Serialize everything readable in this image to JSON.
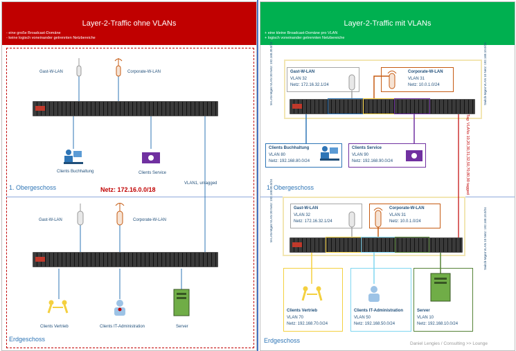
{
  "left": {
    "header_title": "Layer-2-Traffic ohne VLANs",
    "bullets": [
      "- eine große Broadcast-Domäne",
      "- keine logisch voneinander getrennten Netzbereiche"
    ],
    "network_label": "Netz: 172.16.0.0/18",
    "vlan_label": "VLAN1, untagged",
    "floor1": "1. Obergeschoss",
    "floor0": "Erdgeschoss",
    "upper": {
      "ap_guest": "Gast-W-LAN",
      "ap_corp": "Corporate-W-LAN",
      "clients_a": "Clients Buchhaltung",
      "clients_b": "Clients Service"
    },
    "lower": {
      "ap_guest": "Gast-W-LAN",
      "ap_corp": "Corporate-W-LAN",
      "clients_a": "Clients Vertrieb",
      "clients_b": "Clients IT-Administration",
      "server": "Server"
    }
  },
  "right": {
    "header_title": "Layer-2-Traffic mit VLANs",
    "bullets": [
      "+ eine kleine Broadcast-Domäne pro VLAN",
      "+ logisch voneinander getrennten Netzbereiche"
    ],
    "floor1": "1. Obergeschoss",
    "floor0": "Erdgeschoss",
    "trunk_label": "Tag: VLANs 10,20,30,31,32,50,70,80,90 tagged",
    "upper": {
      "guest": {
        "title": "Gast-W-LAN",
        "vlan": "VLAN 32",
        "net": "Netz: 172.16.32.1/24"
      },
      "corp": {
        "title": "Corporate-W-LAN",
        "vlan": "VLAN 31",
        "net": "Netz: 10.0.1.0/24"
      },
      "buch": {
        "title": "Clients Buchhaltung",
        "vlan": "VLAN 80",
        "net": "Netz: 192.168.80.0/24"
      },
      "serv": {
        "title": "Clients Service",
        "vlan": "VLAN 90",
        "net": "Netz: 192.168.90.0/24"
      },
      "mgmt_left": "M-LAN-Mgmt VLAN 30 Netz: 192.168.30.0/24",
      "mgmt_right": "Switch-Mgmt VLAN 10 Netz: 192.168.10.0/24"
    },
    "lower": {
      "guest": {
        "title": "Gast-W-LAN",
        "vlan": "VLAN 32",
        "net": "Netz: 172.16.32.1/24"
      },
      "corp": {
        "title": "Corporate-W-LAN",
        "vlan": "VLAN 31",
        "net": "Netz: 10.0.1.0/24"
      },
      "vertrieb": {
        "title": "Clients Vertrieb",
        "vlan": "VLAN 70",
        "net": "Netz: 192.168.70.0/24"
      },
      "itadmin": {
        "title": "Clients IT-Administration",
        "vlan": "VLAN 50",
        "net": "Netz: 192.168.50.0/24"
      },
      "server": {
        "title": "Server",
        "vlan": "VLAN 10",
        "net": "Netz: 192.168.10.0/24"
      },
      "mgmt_left": "M-LAN-Mgmt VLAN 30 Netz: 192.168.30.0/24",
      "mgmt_right": "Switch-Mgmt VLAN 10 Netz: 192.168.10.0/24"
    }
  },
  "credit": "Daniel Lengies / Consulting >> Lounge",
  "colors": {
    "red": "#c00000",
    "green": "#00b050",
    "blue": "#2e75b6",
    "yellow": "#f4d03f",
    "purple": "#7030a0",
    "orange": "#c55a11",
    "grey": "#a6a6a6",
    "cyan": "#7fd6f0",
    "darkgreen": "#548235"
  }
}
